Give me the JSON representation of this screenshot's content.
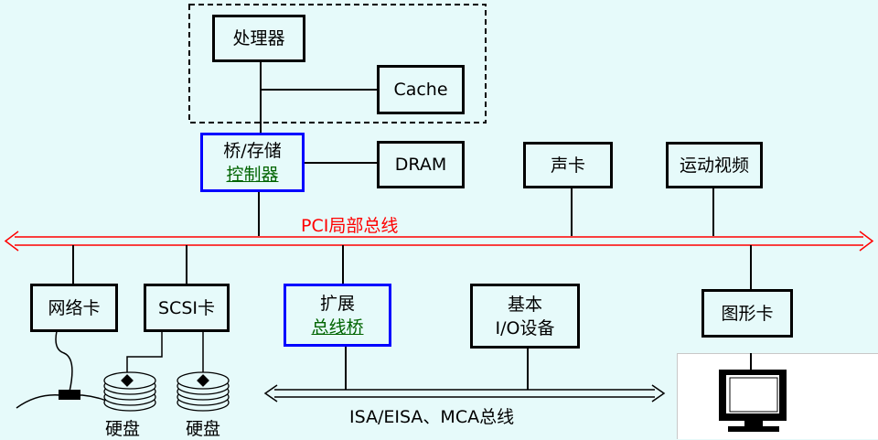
{
  "diagram": {
    "processor": "处理器",
    "cache": "Cache",
    "bridge_controller": {
      "line1": "桥/存储",
      "line2": "控制器"
    },
    "dram": "DRAM",
    "sound_card": "声卡",
    "motion_video": "运动视频",
    "pci_bus": "PCI局部总线",
    "network_card": "网络卡",
    "scsi_card": "SCSI卡",
    "expansion_bridge": {
      "line1": "扩展",
      "line2": "总线桥"
    },
    "basic_io": {
      "line1": "基本",
      "line2": "I/O设备"
    },
    "graphics_card": "图形卡",
    "isa_bus": "ISA/EISA、MCA总线",
    "hard_disk_1": "硬盘",
    "hard_disk_2": "硬盘",
    "colors": {
      "background": "#e6fafa",
      "pci_bus": "#ff0000",
      "bridge_border": "#0000ff",
      "bridge_text": "#006400"
    }
  }
}
